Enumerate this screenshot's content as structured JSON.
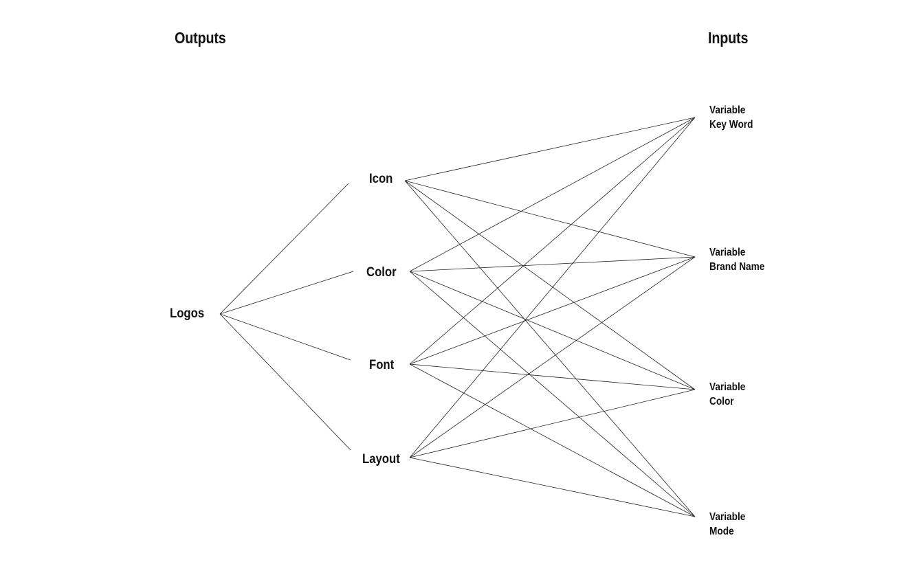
{
  "headings": {
    "outputs": "Outputs",
    "inputs": "Inputs"
  },
  "root": {
    "label": "Logos"
  },
  "outputs": [
    {
      "id": "icon",
      "label": "Icon"
    },
    {
      "id": "color",
      "label": "Color"
    },
    {
      "id": "font",
      "label": "Font"
    },
    {
      "id": "layout",
      "label": "Layout"
    }
  ],
  "inputs": [
    {
      "id": "key-word",
      "line1": "Variable",
      "line2": "Key Word"
    },
    {
      "id": "brand-name",
      "line1": "Variable",
      "line2": "Brand Name"
    },
    {
      "id": "color",
      "line1": "Variable",
      "line2": "Color"
    },
    {
      "id": "mode",
      "line1": "Variable",
      "line2": "Mode"
    }
  ],
  "edges": {
    "root_to_outputs": [
      "icon",
      "color",
      "font",
      "layout"
    ],
    "outputs_to_inputs": "all-to-all"
  }
}
